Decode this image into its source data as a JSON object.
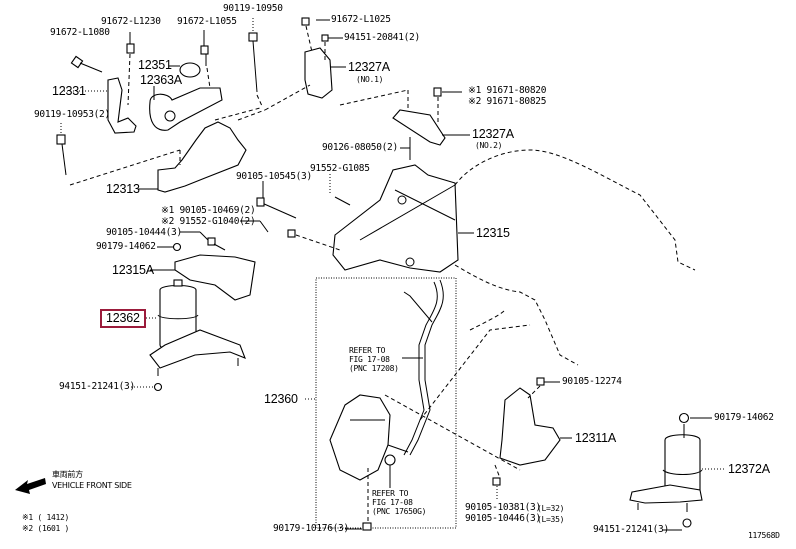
{
  "diagram": {
    "figure_code": "117568D",
    "highlighted_part": "12362",
    "direction": {
      "japanese": "車両前方",
      "english": "VEHICLE FRONT SIDE"
    },
    "footnotes": [
      "※1 (      1412)",
      "※2 (1601       )"
    ],
    "parts": [
      {
        "id": "p-91672-L1080",
        "label": "91672-L1080"
      },
      {
        "id": "p-91672-L1230",
        "label": "91672-L1230"
      },
      {
        "id": "p-91672-L1055",
        "label": "91672-L1055"
      },
      {
        "id": "p-90119-10950",
        "label": "90119-10950"
      },
      {
        "id": "p-91672-L1025",
        "label": "91672-L1025"
      },
      {
        "id": "p-94151-20841",
        "label": "94151-20841(2)"
      },
      {
        "id": "p-12351",
        "label": "12351"
      },
      {
        "id": "p-12363A",
        "label": "12363A"
      },
      {
        "id": "p-12331",
        "label": "12331"
      },
      {
        "id": "p-12327A-1",
        "label": "12327A",
        "sub": "(NO.1)"
      },
      {
        "id": "p-90119-10953",
        "label": "90119-10953(2)"
      },
      {
        "id": "p-91671-80820",
        "label": "※1 91671-80820"
      },
      {
        "id": "p-91671-80825",
        "label": "※2 91671-80825"
      },
      {
        "id": "p-12327A-2",
        "label": "12327A",
        "sub": "(NO.2)"
      },
      {
        "id": "p-90126-08050",
        "label": "90126-08050(2)"
      },
      {
        "id": "p-12313",
        "label": "12313"
      },
      {
        "id": "p-90105-10545",
        "label": "90105-10545(3)"
      },
      {
        "id": "p-91552-G1085",
        "label": "91552-G1085"
      },
      {
        "id": "p-90105-10469",
        "label": "※1 90105-10469(2)"
      },
      {
        "id": "p-91552-G1040",
        "label": "※2 91552-G1040(2)"
      },
      {
        "id": "p-90105-10444",
        "label": "90105-10444(3)"
      },
      {
        "id": "p-90179-14062-a",
        "label": "90179-14062"
      },
      {
        "id": "p-12315",
        "label": "12315"
      },
      {
        "id": "p-12315A",
        "label": "12315A"
      },
      {
        "id": "p-12362",
        "label": "12362"
      },
      {
        "id": "p-94151-21241-a",
        "label": "94151-21241(3)"
      },
      {
        "id": "p-12360",
        "label": "12360"
      },
      {
        "id": "p-90105-12274",
        "label": "90105-12274"
      },
      {
        "id": "p-12311A",
        "label": "12311A"
      },
      {
        "id": "p-90179-14062-b",
        "label": "90179-14062"
      },
      {
        "id": "p-12372A",
        "label": "12372A"
      },
      {
        "id": "p-90105-10381",
        "label": "90105-10381(3)",
        "note": "(L=32)"
      },
      {
        "id": "p-90105-10446",
        "label": "90105-10446(3)",
        "note": "(L=35)"
      },
      {
        "id": "p-90179-10176",
        "label": "90179-10176(3)"
      },
      {
        "id": "p-94151-21241-b",
        "label": "94151-21241(3)"
      }
    ],
    "references": [
      {
        "lines": [
          "REFER TO",
          "FIG 17-08",
          "(PNC 17208)"
        ]
      },
      {
        "lines": [
          "REFER TO",
          "FIG 17-08",
          "(PNC 17650G)"
        ]
      }
    ]
  }
}
